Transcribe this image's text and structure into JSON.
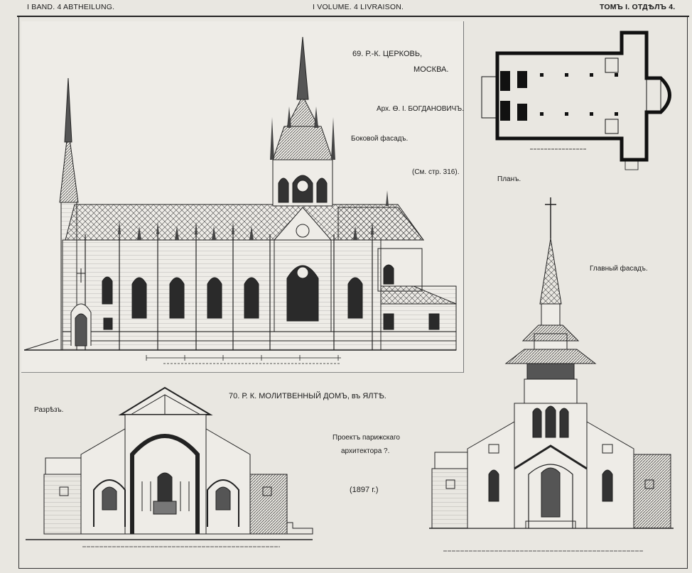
{
  "header": {
    "left": "I BAND. 4 ABTHEILUNG.",
    "center": "I VOLUME. 4 LIVRAISON.",
    "right": "ТОМЪ I. ОТДѢЛЪ 4."
  },
  "church": {
    "title": "69. Р.-К. ЦЕРКОВЬ,",
    "city": "МОСКВА.",
    "architect": "Арх. Ѳ. I. БОГДАНОВИЧЪ.",
    "view": "Боковой фасадъ.",
    "ref": "(См. стр. 316).",
    "plan_label": "Планъ.",
    "main_facade": "Главный фасадъ."
  },
  "prayer_house": {
    "title": "70. Р. К. МОЛИТВЕННЫЙ ДОМЪ, въ ЯЛТѢ.",
    "section_label": "Разрѣзъ.",
    "project_line1": "Проектъ парижскаго",
    "project_line2": "архитектора ?.",
    "year": "(1897 г.)"
  }
}
